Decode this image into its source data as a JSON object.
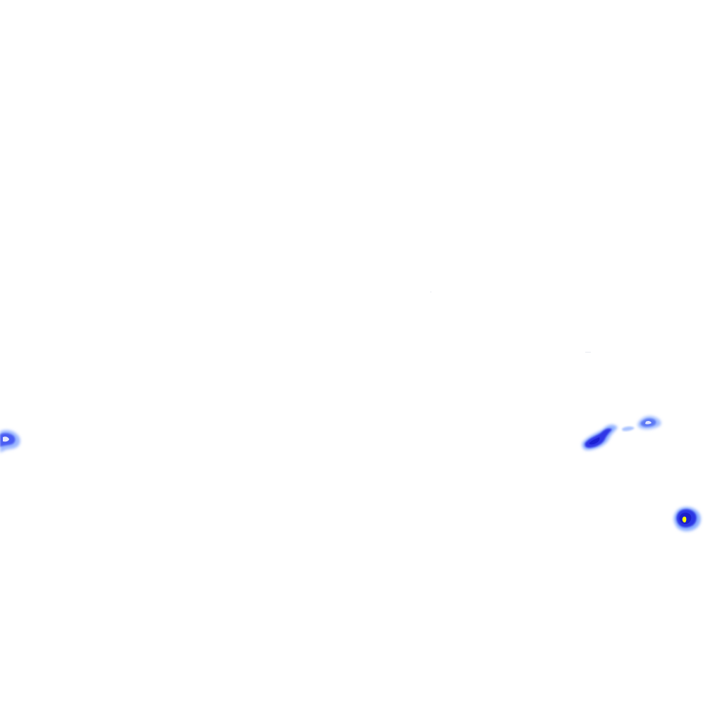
{
  "overlay": {
    "type": "precipitation-radar",
    "background": "#ffffff",
    "intensity_colors": {
      "light": "#7fa6ff",
      "moderate": "#3c44f0",
      "heavy": "#1e22d8",
      "peak": "#ffff00"
    },
    "cells": [
      {
        "name": "west-edge-cell",
        "intensity": "moderate"
      },
      {
        "name": "east-cell-cluster-main",
        "intensity": "heavy"
      },
      {
        "name": "east-cell-cluster-fragment",
        "intensity": "light"
      },
      {
        "name": "east-cell-cluster-northeast",
        "intensity": "light"
      },
      {
        "name": "southeast-storm-cell",
        "intensity": "peak"
      }
    ]
  }
}
